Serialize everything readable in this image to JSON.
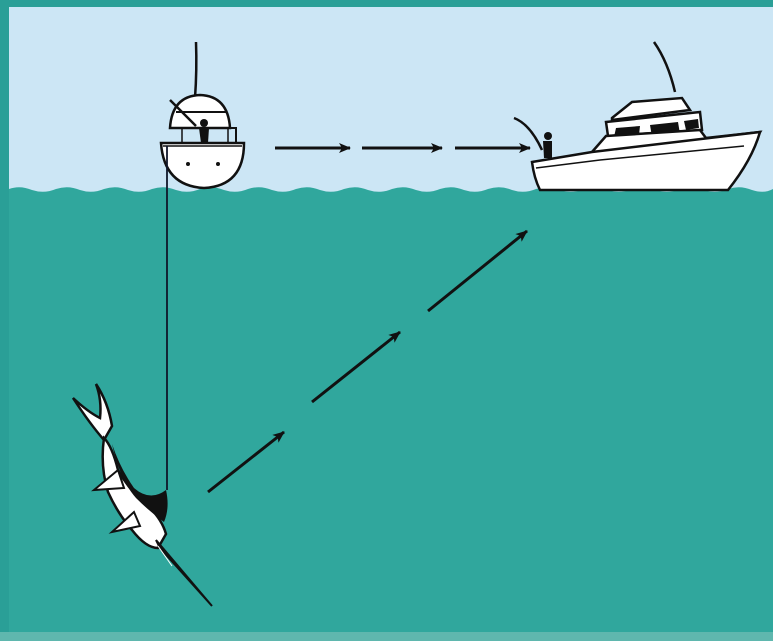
{
  "colors": {
    "frame": "#2a9f97",
    "sky": "#cce6f5",
    "water": "#30a79d",
    "line": "#10172a",
    "boat": "#ffffff",
    "ink": "#111111"
  },
  "scene": {
    "elements": [
      "sky",
      "water",
      "boat-stern-view",
      "boat-side-view",
      "fishing-line",
      "marlin",
      "arrow-path-surface",
      "arrow-path-diagonal"
    ]
  }
}
